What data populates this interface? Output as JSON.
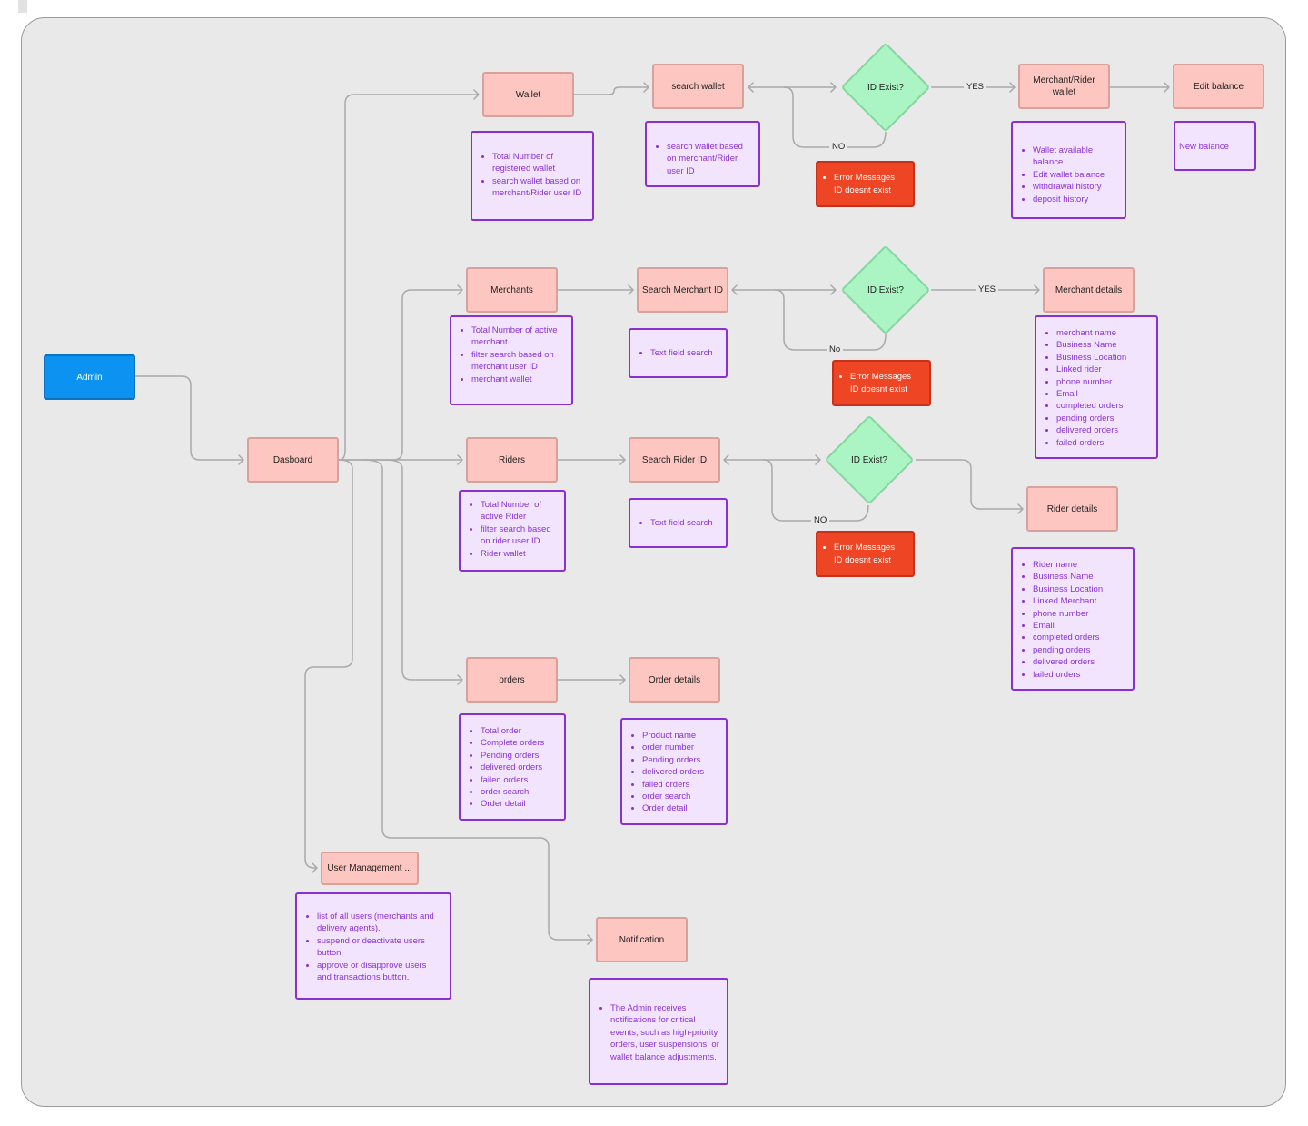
{
  "nodes": {
    "admin": "Admin",
    "dashboard": "Dasboard",
    "wallet": "Wallet",
    "search_wallet": "search wallet",
    "merchant_rider_wallet": "Merchant/Rider wallet",
    "edit_balance": "Edit balance",
    "merchants": "Merchants",
    "search_merchant_id": "Search Merchant ID",
    "merchant_details": "Merchant details",
    "riders": "Riders",
    "search_rider_id": "Search Rider ID",
    "rider_details": "Rider details",
    "orders": "orders",
    "order_details": "Order details",
    "user_management": "User Management ...",
    "notification": "Notification"
  },
  "decisions": {
    "wallet_id_exist": "ID Exist?",
    "merchant_id_exist": "ID Exist?",
    "rider_id_exist": "ID Exist?"
  },
  "edge_labels": {
    "wallet_yes": "YES",
    "wallet_no": "NO",
    "merchant_yes": "YES",
    "merchant_no": "No",
    "rider_no": "NO"
  },
  "errors": {
    "wallet": "Error Messages ID doesnt exist",
    "merchant": "Error Messages ID doesnt exist",
    "rider": "Error Messages ID doesnt exist"
  },
  "notes": {
    "wallet": [
      "Total Number of registered wallet",
      "search wallet based on merchant/Rider user ID"
    ],
    "search_wallet": [
      "search wallet based on merchant/Rider user ID"
    ],
    "merchant_rider_wallet": [
      "Wallet available balance",
      "Edit wallet balance",
      "withdrawal history",
      "deposit history"
    ],
    "edit_balance": "New balance",
    "merchants": [
      "Total Number of active merchant",
      "filter search based on merchant user ID",
      "merchant wallet"
    ],
    "search_merchant": [
      "Text field search"
    ],
    "merchant_details": [
      "merchant name",
      "Business Name",
      "Business Location",
      "Linked rider",
      " phone number",
      "Email",
      "completed orders",
      "pending orders",
      "delivered orders",
      "failed orders"
    ],
    "riders": [
      "Total Number of active Rider",
      "filter search based on rider user ID",
      "Rider wallet"
    ],
    "search_rider": [
      "Text field search"
    ],
    "rider_details": [
      "Rider name",
      "Business Name",
      "Business Location",
      "Linked Merchant",
      " phone number",
      "Email",
      "completed orders",
      "pending orders",
      "delivered orders",
      "failed orders"
    ],
    "orders": [
      "Total  order",
      "Complete orders",
      "Pending orders",
      "delivered orders",
      "failed orders",
      "order search",
      "Order detail"
    ],
    "order_details": [
      "Product name",
      "order number",
      "Pending orders",
      "delivered orders",
      "failed orders",
      "order search",
      "Order detail"
    ],
    "user_management": [
      " list of all users (merchants and delivery agents).",
      "suspend or deactivate users button",
      " approve or disapprove users and transactions button."
    ],
    "notification": [
      "The Admin receives notifications for critical events, such as high-priority orders, user suspensions, or wallet balance adjustments."
    ]
  },
  "colors": {
    "process_fill": "#fdc6c0",
    "start_fill": "#0c93f2",
    "decision_fill": "#abf4c4",
    "error_fill": "#ee4524",
    "note_border": "#8a2fd1",
    "note_fill": "#f2e4fd",
    "canvas": "#e9e9e9"
  }
}
